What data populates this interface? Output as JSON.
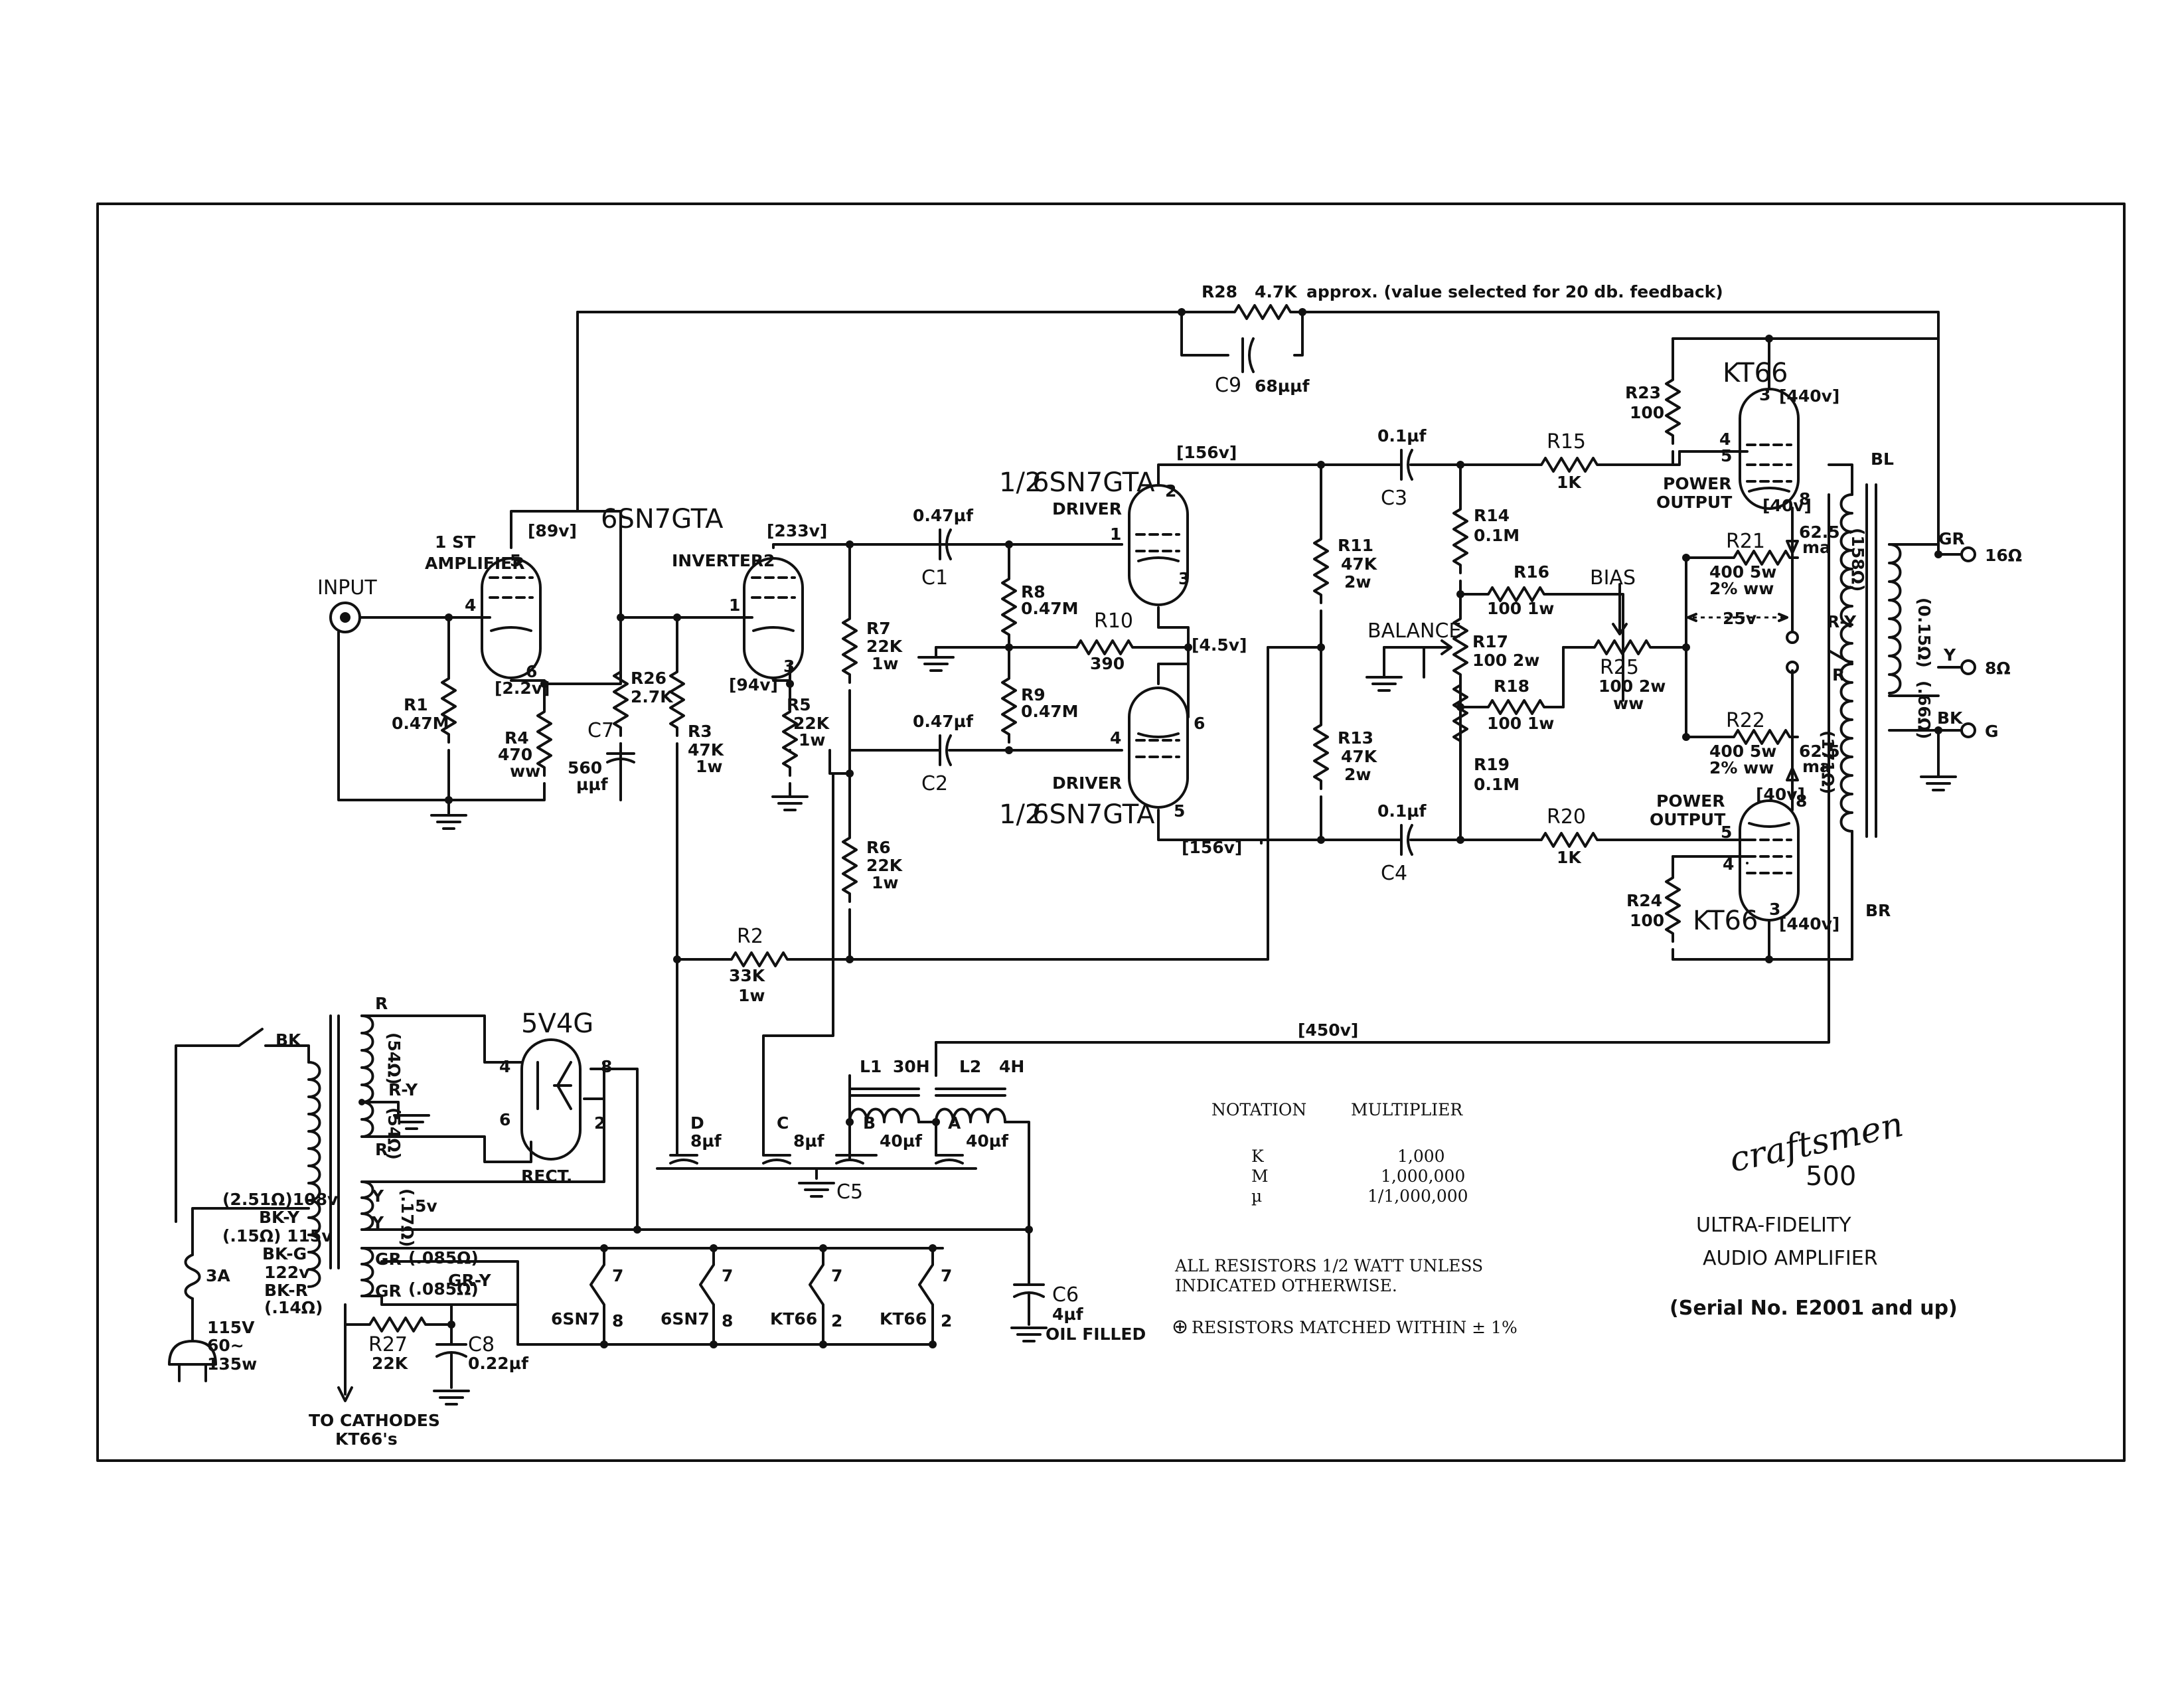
{
  "feedback": {
    "ref": "R28",
    "value": "4.7K",
    "note": "approx. (value selected for 20 db. feedback)",
    "cap_ref": "C9",
    "cap_value": "68µµf"
  },
  "input": {
    "label": "INPUT"
  },
  "stage1": {
    "title1": "1 ST",
    "title2": "AMPLIFIER",
    "tube": "6SN7GTA",
    "plate_v": "[89v]",
    "cathode_v": "[2.2v]",
    "pin5": "5",
    "pin4": "4",
    "pin6": "6"
  },
  "r1": {
    "ref": "R1",
    "value": "0.47M"
  },
  "r4": {
    "ref": "R4",
    "value": "470",
    "note": "ww"
  },
  "r26": {
    "ref": "R26",
    "value": "2.7K"
  },
  "c7": {
    "ref": "C7",
    "value": "560",
    "unit": "µµf"
  },
  "r3": {
    "ref": "R3",
    "value": "47K",
    "watt": "1w"
  },
  "inverter": {
    "title": "INVERTER",
    "plate_v": "[233v]",
    "cathode_v": "[94v]",
    "pin2": "2",
    "pin1": "1",
    "pin3": "3"
  },
  "r5": {
    "ref": "R5",
    "value": "22K",
    "watt": "1w"
  },
  "r7": {
    "ref": "R7",
    "value": "22K",
    "watt": "1w"
  },
  "r6": {
    "ref": "R6",
    "value": "22K",
    "watt": "1w"
  },
  "r2": {
    "ref": "R2",
    "value": "33K",
    "watt": "1w"
  },
  "c1": {
    "ref": "C1",
    "value": "0.47µf"
  },
  "c2": {
    "ref": "C2",
    "value": "0.47µf"
  },
  "r8": {
    "ref": "R8",
    "value": "0.47M"
  },
  "r9": {
    "ref": "R9",
    "value": "0.47M"
  },
  "r10": {
    "ref": "R10",
    "value": "390"
  },
  "driver_top": {
    "frac": "1/2",
    "tube": "6SN7GTA",
    "title": "DRIVER",
    "plate_v": "[156v]",
    "pin2": "2",
    "pin1": "1",
    "pin3": "3"
  },
  "driver_bot": {
    "frac": "1/2",
    "tube": "6SN7GTA",
    "title": "DRIVER",
    "plate_v": "[156v]",
    "pin4": "4",
    "pin5": "5",
    "pin6": "6",
    "cathode_v": "[4.5v]"
  },
  "r11": {
    "ref": "R11",
    "value": "47K",
    "watt": "2w"
  },
  "r13": {
    "ref": "R13",
    "value": "47K",
    "watt": "2w"
  },
  "c3": {
    "ref": "C3",
    "value": "0.1µf"
  },
  "c4": {
    "ref": "C4",
    "value": "0.1µf"
  },
  "r14": {
    "ref": "R14",
    "value": "0.1M"
  },
  "r19": {
    "ref": "R19",
    "value": "0.1M"
  },
  "r15": {
    "ref": "R15",
    "value": "1K"
  },
  "r20": {
    "ref": "R20",
    "value": "1K"
  },
  "balance": {
    "label": "BALANCE"
  },
  "r16": {
    "ref": "R16",
    "value": "100 1w"
  },
  "r17": {
    "ref": "R17",
    "value": "100 2w"
  },
  "r18": {
    "ref": "R18",
    "value": "100 1w"
  },
  "bias": {
    "label": "BIAS"
  },
  "r25": {
    "ref": "R25",
    "value": "100 2w",
    "note": "ww"
  },
  "r21": {
    "ref": "R21",
    "value": "400 5w",
    "tol": "2% ww"
  },
  "r22": {
    "ref": "R22",
    "value": "400 5w",
    "tol": "2% ww"
  },
  "meter_v": "25v",
  "kt66_top": {
    "tube": "KT66",
    "plate_v": "[440v]",
    "cathode_v": "[40v]",
    "current": "62.5",
    "current_unit": "ma",
    "title1": "POWER",
    "title2": "OUTPUT",
    "pin3": "3",
    "pin4": "4",
    "pin5": "5",
    "pin8": "8"
  },
  "kt66_bot": {
    "tube": "KT66",
    "plate_v": "[440v]",
    "cathode_v": "[40v]",
    "current": "62.5",
    "current_unit": "ma",
    "title1": "POWER",
    "title2": "OUTPUT",
    "pin3": "3",
    "pin4": "4",
    "pin5": "5",
    "pin8": "8"
  },
  "r23": {
    "ref": "R23",
    "value": "100"
  },
  "r24": {
    "ref": "R24",
    "value": "100"
  },
  "output_xfmr": {
    "bl": "BL",
    "ry": "R-Y",
    "r": "R",
    "br": "BR",
    "gr": "GR",
    "y": "Y",
    "bk": "BK",
    "res_top": "(158Ω)",
    "res_bot": "(171Ω)",
    "res_sec1": "(0.15Ω)",
    "res_sec2": "(.66Ω)",
    "tap16": "16Ω",
    "tap8": "8Ω",
    "tapg": "G"
  },
  "b_plus": "[450v]",
  "rectifier": {
    "tube": "5V4G",
    "title": "RECT.",
    "pin4": "4",
    "pin6": "6",
    "pin8": "8",
    "pin2": "2"
  },
  "power_xfmr": {
    "r_top": "R",
    "ry": "R-Y",
    "r_bot": "R",
    "res_hv": "(54Ω)",
    "res_hv2": "(54Ω)",
    "y1": "Y",
    "y2": "Y",
    "res_5v": "(.17Ω)",
    "v5": "5v",
    "gr1": "GR",
    "gr2": "GR",
    "gry": "GR-Y",
    "res_gr1": "(.085Ω)",
    "res_gr2": "(.085Ω)",
    "bk": "BK",
    "tap108": "(2.51Ω)108v",
    "bky": "BK-Y",
    "tap115": "(.15Ω) 115v",
    "bkg": "BK-G",
    "tap122": "122v",
    "bkr": "BK-R",
    "res_bkr": "(.14Ω)"
  },
  "fuse": {
    "rating": "3A"
  },
  "mains": {
    "v": "115V",
    "hz": "60~",
    "w": "135w"
  },
  "filter": {
    "l1_ref": "L1",
    "l1_val": "30H",
    "l2_ref": "L2",
    "l2_val": "4H",
    "d": "D",
    "d_val": "8µf",
    "c": "C",
    "c_val": "8µf",
    "b": "B",
    "b_val": "40µf",
    "a": "A",
    "a_val": "40µf",
    "c5": "C5"
  },
  "c6": {
    "ref": "C6",
    "value": "4µf",
    "note": "OIL FILLED"
  },
  "r27": {
    "ref": "R27",
    "value": "22K"
  },
  "c8": {
    "ref": "C8",
    "value": "0.22µf"
  },
  "cathodes": {
    "line1": "TO CATHODES",
    "line2": "KT66's"
  },
  "heaters": [
    {
      "tube": "6SN7",
      "pin_top": "7",
      "pin_bot": "8"
    },
    {
      "tube": "6SN7",
      "pin_top": "7",
      "pin_bot": "8"
    },
    {
      "tube": "KT66",
      "pin_top": "7",
      "pin_bot": "2"
    },
    {
      "tube": "KT66",
      "pin_top": "7",
      "pin_bot": "2"
    }
  ],
  "notation": {
    "h1": "NOTATION",
    "h2": "MULTIPLIER",
    "rows": [
      {
        "n": "K",
        "m": "1,000"
      },
      {
        "n": "M",
        "m": "1,000,000"
      },
      {
        "n": "µ",
        "m": "1/1,000,000"
      }
    ]
  },
  "notes": {
    "line1": "ALL RESISTORS 1/2 WATT UNLESS",
    "line2": "INDICATED OTHERWISE.",
    "matched": "RESISTORS MATCHED WITHIN ± 1%"
  },
  "brand": {
    "name": "craftsmen",
    "model": "500",
    "line1": "ULTRA-FIDELITY",
    "line2": "AUDIO AMPLIFIER",
    "serial": "(Serial No. E2001 and up)"
  }
}
